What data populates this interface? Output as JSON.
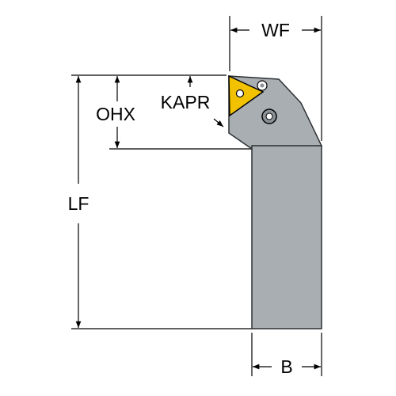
{
  "diagram": {
    "dimensions": {
      "wf": "WF",
      "ohx": "OHX",
      "kapr": "KAPR",
      "lf": "LF",
      "b": "B"
    },
    "colors": {
      "line": "#000000",
      "shank_fill": "#a9aeb3",
      "shank_stroke": "#2c3033",
      "insert_fill": "#f2c200",
      "hole_fill": "#ffffff",
      "screw_fill": "#8c9196",
      "background": "#ffffff"
    }
  }
}
